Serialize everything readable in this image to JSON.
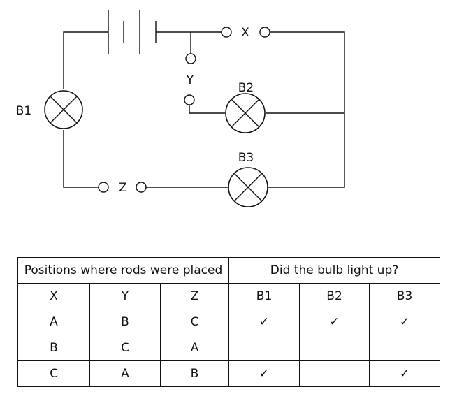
{
  "circuit": {
    "bulbs": {
      "b1": "B1",
      "b2": "B2",
      "b3": "B3"
    },
    "gaps": {
      "x": "X",
      "y": "Y",
      "z": "Z"
    }
  },
  "table": {
    "header_positions": "Positions where rods were placed",
    "header_result": "Did the bulb light up?",
    "columns": [
      "X",
      "Y",
      "Z",
      "B1",
      "B2",
      "B3"
    ],
    "rows": [
      {
        "x": "A",
        "y": "B",
        "z": "C",
        "b1": "✓",
        "b2": "✓",
        "b3": "✓"
      },
      {
        "x": "B",
        "y": "C",
        "z": "A",
        "b1": "",
        "b2": "",
        "b3": ""
      },
      {
        "x": "C",
        "y": "A",
        "z": "B",
        "b1": "✓",
        "b2": "",
        "b3": "✓"
      }
    ]
  }
}
